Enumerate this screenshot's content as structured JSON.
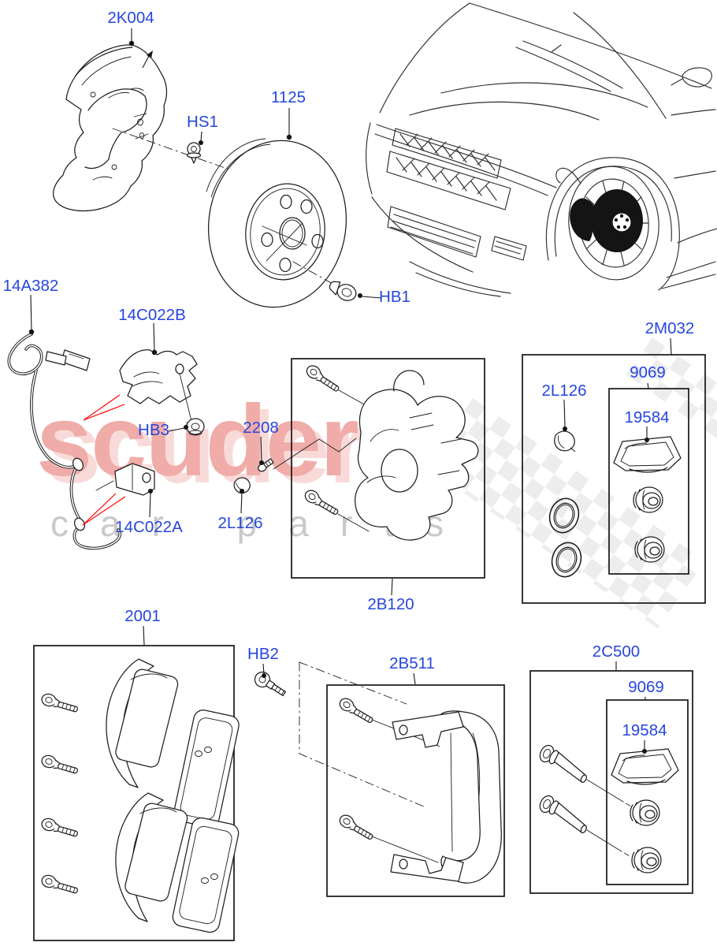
{
  "watermark": {
    "brand": "scuderia",
    "tagline": "car parts"
  },
  "colors": {
    "label_blue": "#2646dd",
    "callout_red": "#ff0000",
    "line_ink": "#1e1e1e",
    "watermark_pink": "#efa5a1",
    "watermark_gray": "#c9c9c9",
    "checker_gray": "#dcdcdc",
    "highlight_black": "#141414"
  },
  "icons": {
    "vehicle": "suv-front-three-quarter-line-art",
    "vehicle_highlight": "front-brake-assembly-highlighted",
    "flag": "checkered-flag-watermark"
  },
  "labels": [
    {
      "id": "2K004",
      "text": "2K004"
    },
    {
      "id": "1125",
      "text": "1125"
    },
    {
      "id": "HS1",
      "text": "HS1"
    },
    {
      "id": "HB1",
      "text": "HB1"
    },
    {
      "id": "14A382",
      "text": "14A382"
    },
    {
      "id": "14C022B",
      "text": "14C022B"
    },
    {
      "id": "HB3",
      "text": "HB3"
    },
    {
      "id": "2208",
      "text": "2208"
    },
    {
      "id": "2L126-left",
      "text": "2L126"
    },
    {
      "id": "14C022A",
      "text": "14C022A"
    },
    {
      "id": "2B120",
      "text": "2B120"
    },
    {
      "id": "2M032",
      "text": "2M032"
    },
    {
      "id": "9069-top",
      "text": "9069"
    },
    {
      "id": "19584-top",
      "text": "19584"
    },
    {
      "id": "2L126-kit",
      "text": "2L126"
    },
    {
      "id": "2001",
      "text": "2001"
    },
    {
      "id": "HB2",
      "text": "HB2"
    },
    {
      "id": "2B511",
      "text": "2B511"
    },
    {
      "id": "2C500",
      "text": "2C500"
    },
    {
      "id": "9069-bottom",
      "text": "9069"
    },
    {
      "id": "19584-bottom",
      "text": "19584"
    }
  ]
}
